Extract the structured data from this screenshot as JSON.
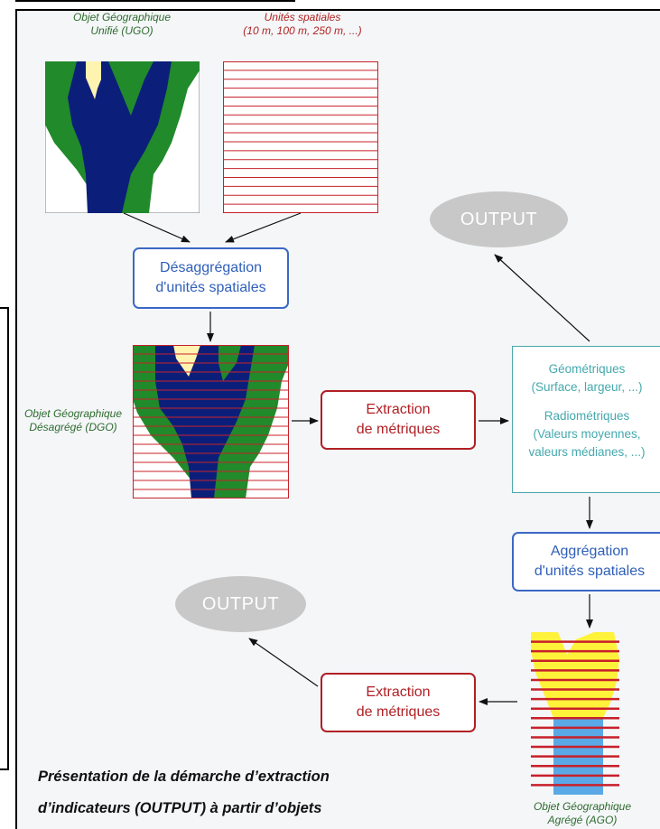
{
  "captions": {
    "ugo_line1": "Objet Géographique",
    "ugo_line2": "Unifié (UGO)",
    "units_line1": "Unités spatiales",
    "units_line2": "(10 m, 100 m, 250 m, ...)",
    "dgo_line1": "Objet Géographique",
    "dgo_line2": "Désagrégé (DGO)",
    "ago_line1": "Objet Géographique",
    "ago_line2": "Agrégé (AGO)"
  },
  "boxes": {
    "disaggregation_line1": "Désaggrégation",
    "disaggregation_line2": "d'unités spatiales",
    "extraction1_line1": "Extraction",
    "extraction1_line2": "de métriques",
    "aggregation_line1": "Aggrégation",
    "aggregation_line2": "d'unités spatiales",
    "extraction2_line1": "Extraction",
    "extraction2_line2": "de métriques"
  },
  "metrics": {
    "geo_line1": "Géométriques",
    "geo_line2": "(Surface, largeur, ...)",
    "radio_line1": "Radiométriques",
    "radio_line2": "(Valeurs moyennes,",
    "radio_line3": "valeurs médianes, ...)"
  },
  "outputs": {
    "top": "OUTPUT",
    "left": "OUTPUT"
  },
  "title": {
    "line1": "Présentation de la démarche d’extraction",
    "line2": "d’indicateurs (OUTPUT) à partir d’objets"
  },
  "colors": {
    "river_blue": "#0b1f7a",
    "vegetation_green": "#218a2a",
    "sand_yellow": "#fff3b0",
    "grid_red": "#c8202a",
    "ago_yellow": "#fff23a",
    "ago_blue": "#5aa9e6"
  }
}
